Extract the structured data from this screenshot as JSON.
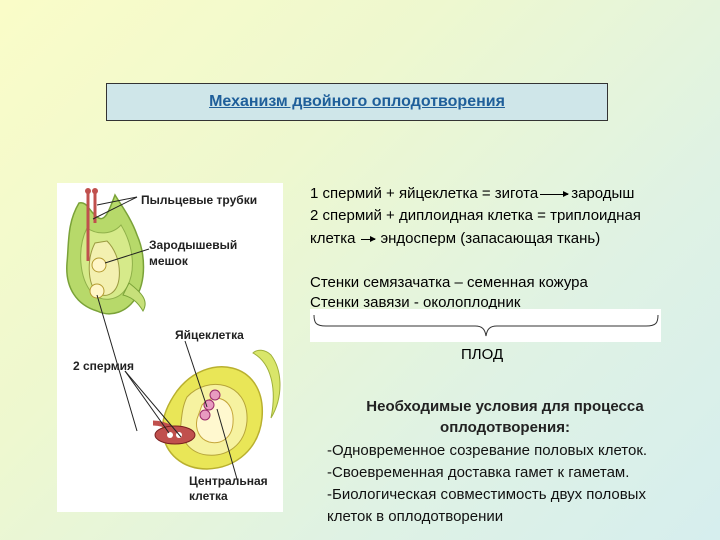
{
  "title": "Механизм двойного оплодотворения",
  "figure": {
    "labels": {
      "pollen_tubes": "Пыльцевые трубки",
      "embryo_sac_1": "Зародышевый",
      "embryo_sac_2": "мешок",
      "egg_cell": "Яйцеклетка",
      "two_sperm": "2 спермия",
      "central_cell_1": "Центральная",
      "central_cell_2": "клетка"
    }
  },
  "equations": {
    "line1_left": "1 спермий + яйцеклетка  = зигота",
    "line1_right": "зародыш",
    "line2": "2 спермий + диплоидная клетка = триплоидная",
    "line3_left": "клетка",
    "line3_right": "эндосперм (запасающая ткань)",
    "line4": "Стенки семязачатка – семенная кожура",
    "line5": "Стенки завязи  -   околоплодник"
  },
  "fruit": "ПЛОД",
  "conditions": {
    "title_1": "Необходимые условия для процесса",
    "title_2": "оплодотворения:",
    "items": [
      "-Одновременное созревание половых клеток.",
      "-Своевременная доставка гамет к гаметам.",
      "-Биологическая совместимость двух половых",
      "клеток в оплодотворении"
    ]
  },
  "colors": {
    "title_text": "#1f5f9a",
    "title_box": "#cfe6e9",
    "ovary_green": "#b7d96a",
    "seed_yellow": "#e9e657",
    "tube_red": "#c0504d",
    "sperm_pink": "#d6336c"
  }
}
